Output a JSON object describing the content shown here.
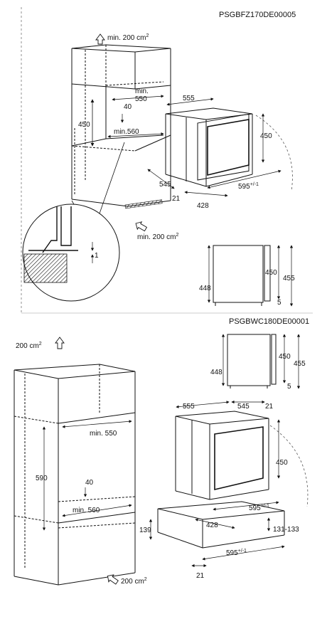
{
  "diagram1": {
    "code": "PSGBFZ170DE00005",
    "vent_top": "min. 200 cm",
    "vent_bottom": "min. 200 cm",
    "vent_sup": "2",
    "min550": "min.\n550",
    "d40": "40",
    "d450_left": "450",
    "min560": "min.560",
    "d555": "555",
    "d450_right": "450",
    "d545": "545",
    "d21": "21",
    "d595": "595",
    "d595_sup": "+/-1",
    "d428": "428",
    "d1": "1"
  },
  "side1": {
    "d448": "448",
    "d450": "450",
    "d455": "455",
    "d5": "5"
  },
  "diagram2": {
    "code": "PSGBWC180DE00001",
    "vent_top": "200 cm",
    "vent_bottom": "200 cm",
    "vent_sup": "2",
    "min550": "min. 550",
    "d590": "590",
    "d40": "40",
    "min560": "min. 560",
    "d139": "139"
  },
  "side2": {
    "d448": "448",
    "d450": "450",
    "d455": "455",
    "d5": "5"
  },
  "oven2": {
    "d555": "555",
    "d545": "545",
    "d21": "21",
    "d450": "450",
    "d595": "595",
    "d595_sup": "+/-1",
    "d428": "428",
    "d131": "131-133",
    "d595b": "595",
    "d21b": "21"
  }
}
